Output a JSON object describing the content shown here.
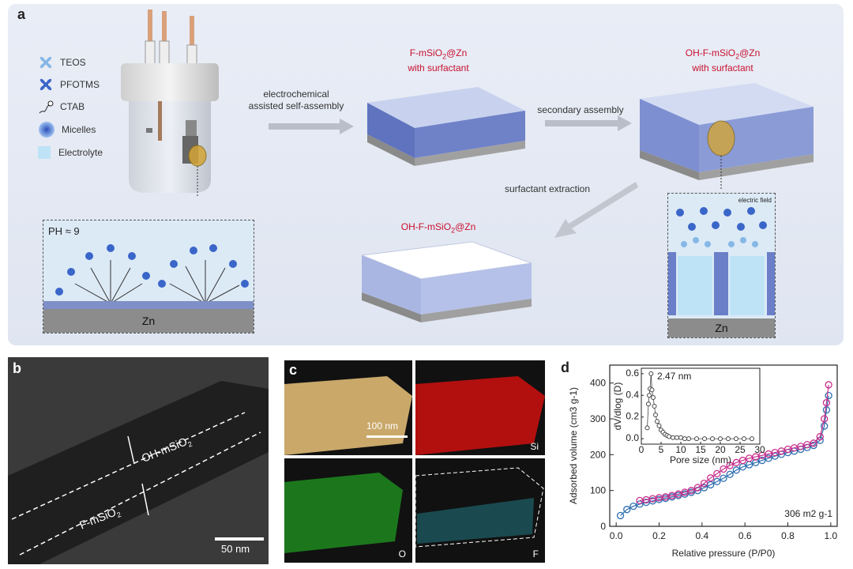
{
  "panels": {
    "a": "a",
    "b": "b",
    "c": "c",
    "d": "d"
  },
  "legend": [
    {
      "label": "TEOS",
      "color": "#86b8e6"
    },
    {
      "label": "PFOTMS",
      "color": "#3a66c9"
    },
    {
      "label": "CTAB",
      "color": "#222222"
    },
    {
      "label": "Micelles",
      "color": "#4a76d8"
    },
    {
      "label": "Electrolyte",
      "color": "#bfe3f6"
    }
  ],
  "labels": {
    "step1": "electrochemical\nassisted self-assembly",
    "step2": "secondary assembly",
    "step3": "surfactant extraction",
    "prod1_line1": "F-mSiO",
    "prod1_sub": "2",
    "prod1_rest": "@Zn",
    "prod1_line2": "with surfactant",
    "prod2_line1": "OH-F-mSiO",
    "prod2_sub": "2",
    "prod2_rest": "@Zn",
    "prod2_line2": "with surfactant",
    "prod3_line1": "OH-F-mSiO",
    "prod3_sub": "2",
    "prod3_rest": "@Zn",
    "ph": "PH ≈ 9",
    "zn_left": "Zn",
    "zn_right": "Zn",
    "efield": "electric field"
  },
  "tem": {
    "oh_label": "OH-mSiO",
    "oh_sub": "2",
    "f_label": "F-mSiO",
    "f_sub": "2",
    "scale": "50 nm"
  },
  "mapping": {
    "scale": "100 nm",
    "si": "Si",
    "o": "O",
    "f": "F"
  },
  "chart_data": {
    "type": "scatter",
    "title": "",
    "xlabel": "Relative pressure (P/P0)",
    "ylabel": "Adsorbed volume (cm3 g-1)",
    "xlim": [
      -0.03,
      1.03
    ],
    "ylim": [
      0,
      450
    ],
    "xticks": [
      0.0,
      0.2,
      0.4,
      0.6,
      0.8,
      1.0
    ],
    "yticks": [
      0,
      100,
      200,
      300,
      400
    ],
    "annotation": "306 m2 g-1",
    "series": [
      {
        "color": "#2e6fb0",
        "x": [
          0.02,
          0.05,
          0.08,
          0.11,
          0.14,
          0.17,
          0.2,
          0.23,
          0.26,
          0.29,
          0.32,
          0.35,
          0.38,
          0.41,
          0.44,
          0.47,
          0.5,
          0.53,
          0.56,
          0.59,
          0.62,
          0.65,
          0.68,
          0.71,
          0.74,
          0.77,
          0.8,
          0.83,
          0.86,
          0.89,
          0.92,
          0.95,
          0.97,
          0.98,
          0.99
        ],
        "y": [
          30,
          47,
          56,
          62,
          67,
          71,
          75,
          78,
          82,
          86,
          90,
          95,
          100,
          108,
          116,
          125,
          134,
          145,
          157,
          166,
          172,
          178,
          184,
          190,
          196,
          201,
          206,
          210,
          215,
          220,
          226,
          240,
          280,
          325,
          365
        ]
      },
      {
        "color": "#c8308c",
        "x": [
          0.99,
          0.98,
          0.97,
          0.95,
          0.92,
          0.89,
          0.86,
          0.83,
          0.8,
          0.77,
          0.74,
          0.71,
          0.68,
          0.65,
          0.62,
          0.59,
          0.56,
          0.53,
          0.5,
          0.47,
          0.44,
          0.41,
          0.38,
          0.35,
          0.32,
          0.29,
          0.26,
          0.23,
          0.2,
          0.17,
          0.14,
          0.11
        ],
        "y": [
          395,
          345,
          300,
          250,
          232,
          228,
          223,
          219,
          215,
          210,
          206,
          202,
          198,
          194,
          190,
          184,
          178,
          170,
          160,
          147,
          135,
          120,
          108,
          100,
          95,
          90,
          86,
          82,
          80,
          77,
          74,
          72
        ]
      }
    ],
    "inset": {
      "type": "scatter",
      "xlabel": "Pore size (nm)",
      "ylabel": "dV/dlog (D)",
      "xlim": [
        0,
        30
      ],
      "ylim": [
        -0.05,
        0.65
      ],
      "xticks": [
        0,
        5,
        10,
        15,
        20,
        25,
        30
      ],
      "yticks": [
        0.0,
        0.2,
        0.4,
        0.6
      ],
      "annotation": "2.47 nm",
      "x": [
        1.5,
        1.8,
        2.0,
        2.2,
        2.47,
        2.7,
        3.0,
        3.3,
        3.6,
        4.0,
        4.5,
        5.0,
        5.5,
        6.0,
        6.5,
        7.0,
        8,
        9,
        10,
        11,
        12,
        14,
        16,
        18,
        20,
        22,
        24,
        26,
        28
      ],
      "y": [
        0.1,
        0.32,
        0.4,
        0.46,
        0.6,
        0.45,
        0.38,
        0.3,
        0.22,
        0.16,
        0.12,
        0.08,
        0.06,
        0.04,
        0.03,
        0.02,
        0.01,
        0.01,
        0.01,
        0,
        0,
        0,
        0,
        0,
        0,
        0,
        0,
        0,
        0
      ]
    }
  }
}
